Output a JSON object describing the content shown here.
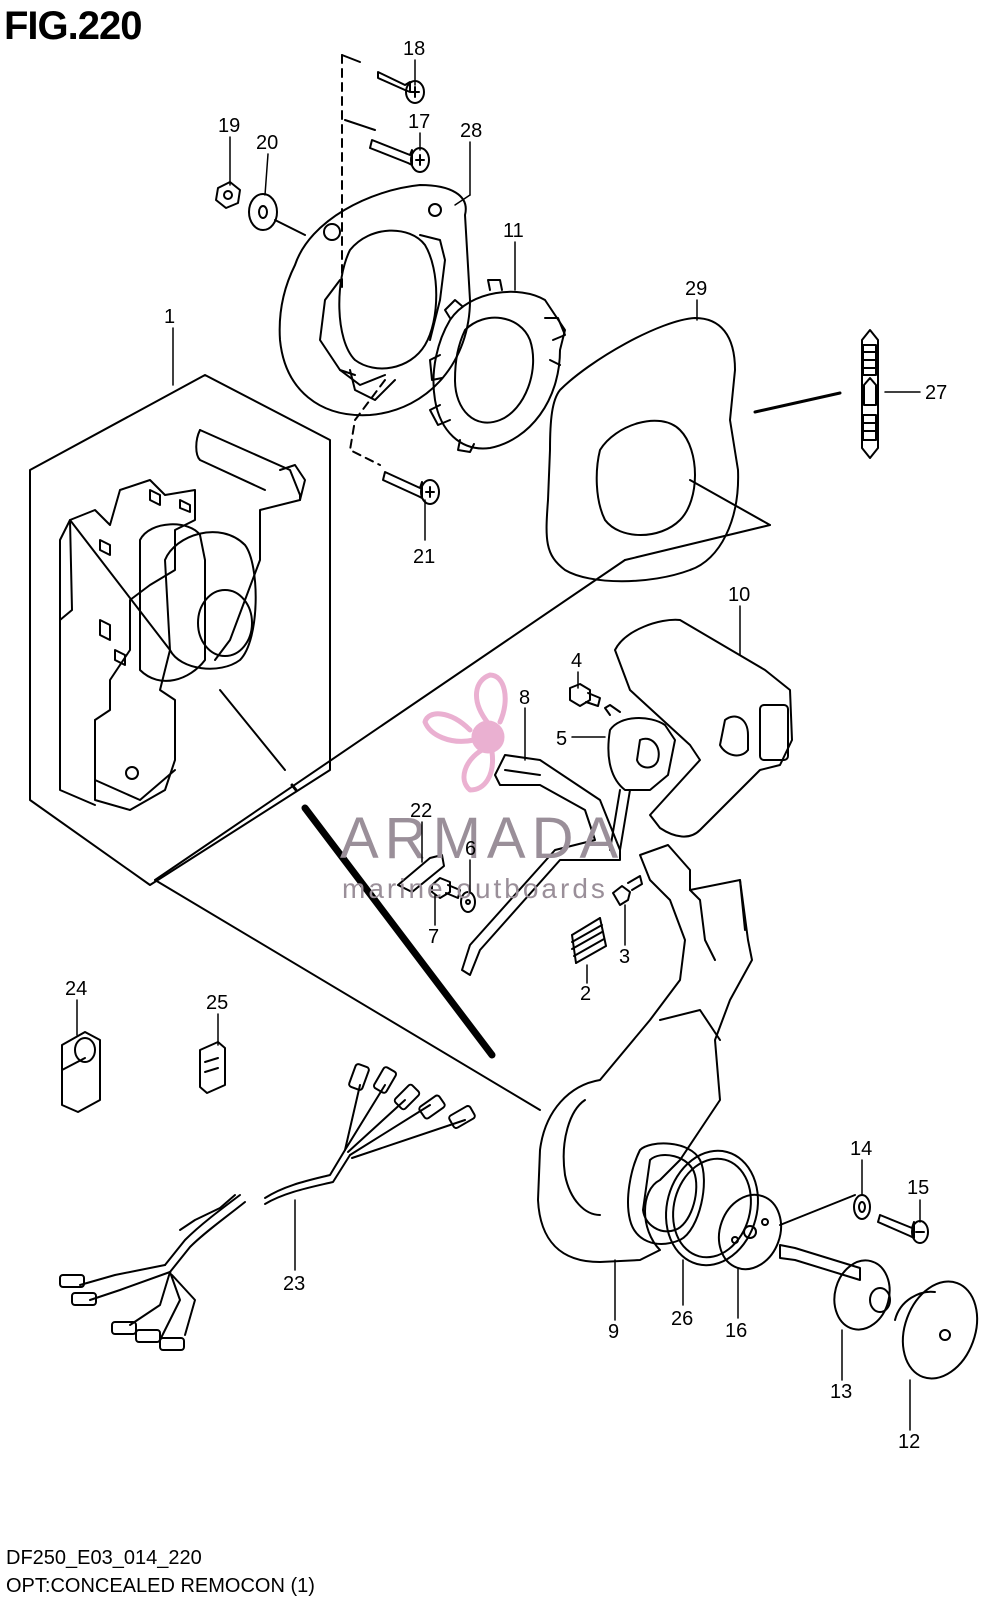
{
  "figure": {
    "title": "FIG.220",
    "code": "DF250_E03_014_220",
    "caption": "OPT:CONCEALED REMOCON (1)"
  },
  "watermark": {
    "brand": "ARMADA",
    "tagline": "marine outboards",
    "color_text": "#9a8f99",
    "color_logo": "#e7a3c9"
  },
  "callouts": [
    "1",
    "2",
    "3",
    "4",
    "5",
    "6",
    "7",
    "8",
    "9",
    "10",
    "11",
    "12",
    "13",
    "14",
    "15",
    "16",
    "17",
    "18",
    "19",
    "20",
    "21",
    "22",
    "23",
    "24",
    "25",
    "26",
    "27",
    "28",
    "29"
  ]
}
